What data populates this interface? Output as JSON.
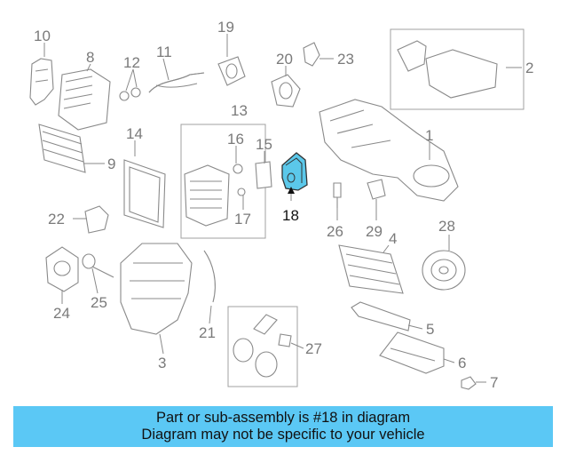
{
  "diagram": {
    "labels": [
      {
        "id": "1",
        "text": "1"
      },
      {
        "id": "2",
        "text": "2"
      },
      {
        "id": "3",
        "text": "3"
      },
      {
        "id": "4",
        "text": "4"
      },
      {
        "id": "5",
        "text": "5"
      },
      {
        "id": "6",
        "text": "6"
      },
      {
        "id": "7",
        "text": "7"
      },
      {
        "id": "8",
        "text": "8"
      },
      {
        "id": "9",
        "text": "9"
      },
      {
        "id": "10",
        "text": "10"
      },
      {
        "id": "11",
        "text": "11"
      },
      {
        "id": "12",
        "text": "12"
      },
      {
        "id": "13",
        "text": "13"
      },
      {
        "id": "14",
        "text": "14"
      },
      {
        "id": "15",
        "text": "15"
      },
      {
        "id": "16",
        "text": "16"
      },
      {
        "id": "17",
        "text": "17"
      },
      {
        "id": "18",
        "text": "18"
      },
      {
        "id": "19",
        "text": "19"
      },
      {
        "id": "20",
        "text": "20"
      },
      {
        "id": "21",
        "text": "21"
      },
      {
        "id": "22",
        "text": "22"
      },
      {
        "id": "23",
        "text": "23"
      },
      {
        "id": "24",
        "text": "24"
      },
      {
        "id": "25",
        "text": "25"
      },
      {
        "id": "26",
        "text": "26"
      },
      {
        "id": "27",
        "text": "27"
      },
      {
        "id": "28",
        "text": "28"
      },
      {
        "id": "29",
        "text": "29"
      }
    ],
    "highlighted_part": "18",
    "highlight_color": "#5bc8ea",
    "line_color": "#8a8a8a"
  },
  "banner": {
    "line1": "Part or sub-assembly is #18 in diagram",
    "line2": "Diagram may not be specific to your vehicle",
    "background": "#5bc8f5"
  }
}
